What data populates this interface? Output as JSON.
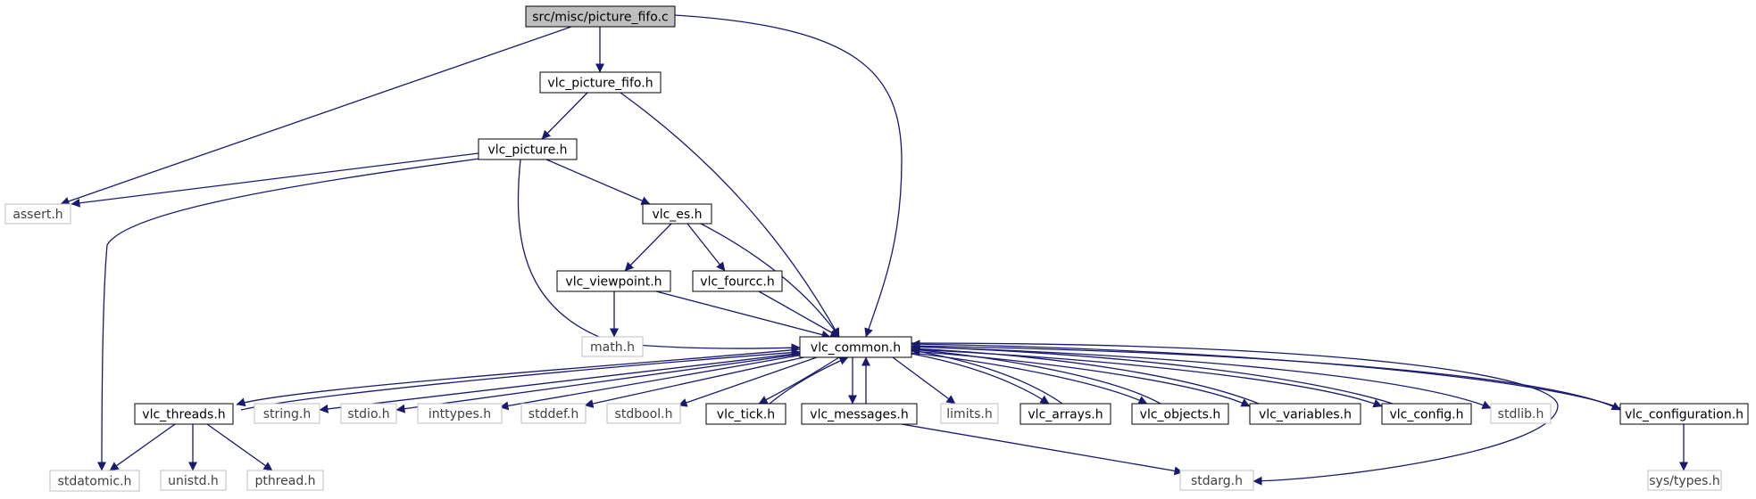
{
  "graph": {
    "root": "src/misc/picture_fifo.c",
    "colors": {
      "edge": "#191970",
      "root_fill": "#bfbfbf",
      "node_border": "#000000",
      "external_border": "#bfbfbf",
      "external_text": "#3f3f3f",
      "text": "#000000"
    },
    "nodes": [
      {
        "id": "picture_fifo_c",
        "label": "src/misc/picture_fifo.c",
        "kind": "root"
      },
      {
        "id": "vlc_picture_fifo_h",
        "label": "vlc_picture_fifo.h",
        "kind": "internal"
      },
      {
        "id": "vlc_picture_h",
        "label": "vlc_picture.h",
        "kind": "internal"
      },
      {
        "id": "assert_h",
        "label": "assert.h",
        "kind": "external"
      },
      {
        "id": "vlc_es_h",
        "label": "vlc_es.h",
        "kind": "internal"
      },
      {
        "id": "vlc_viewpoint_h",
        "label": "vlc_viewpoint.h",
        "kind": "internal"
      },
      {
        "id": "vlc_fourcc_h",
        "label": "vlc_fourcc.h",
        "kind": "internal"
      },
      {
        "id": "math_h",
        "label": "math.h",
        "kind": "external"
      },
      {
        "id": "vlc_common_h",
        "label": "vlc_common.h",
        "kind": "internal"
      },
      {
        "id": "vlc_threads_h",
        "label": "vlc_threads.h",
        "kind": "internal"
      },
      {
        "id": "string_h",
        "label": "string.h",
        "kind": "external"
      },
      {
        "id": "stdio_h",
        "label": "stdio.h",
        "kind": "external"
      },
      {
        "id": "inttypes_h",
        "label": "inttypes.h",
        "kind": "external"
      },
      {
        "id": "stddef_h",
        "label": "stddef.h",
        "kind": "external"
      },
      {
        "id": "stdbool_h",
        "label": "stdbool.h",
        "kind": "external"
      },
      {
        "id": "vlc_tick_h",
        "label": "vlc_tick.h",
        "kind": "internal"
      },
      {
        "id": "vlc_messages_h",
        "label": "vlc_messages.h",
        "kind": "internal"
      },
      {
        "id": "limits_h",
        "label": "limits.h",
        "kind": "external"
      },
      {
        "id": "vlc_arrays_h",
        "label": "vlc_arrays.h",
        "kind": "internal"
      },
      {
        "id": "vlc_objects_h",
        "label": "vlc_objects.h",
        "kind": "internal"
      },
      {
        "id": "vlc_variables_h",
        "label": "vlc_variables.h",
        "kind": "internal"
      },
      {
        "id": "vlc_config_h",
        "label": "vlc_config.h",
        "kind": "internal"
      },
      {
        "id": "stdlib_h",
        "label": "stdlib.h",
        "kind": "external"
      },
      {
        "id": "vlc_configuration_h",
        "label": "vlc_configuration.h",
        "kind": "internal"
      },
      {
        "id": "stdatomic_h",
        "label": "stdatomic.h",
        "kind": "external"
      },
      {
        "id": "unistd_h",
        "label": "unistd.h",
        "kind": "external"
      },
      {
        "id": "pthread_h",
        "label": "pthread.h",
        "kind": "external"
      },
      {
        "id": "stdarg_h",
        "label": "stdarg.h",
        "kind": "external"
      },
      {
        "id": "sys_types_h",
        "label": "sys/types.h",
        "kind": "external"
      }
    ],
    "edges": [
      {
        "from": "picture_fifo_c",
        "to": "assert_h"
      },
      {
        "from": "picture_fifo_c",
        "to": "vlc_picture_fifo_h"
      },
      {
        "from": "picture_fifo_c",
        "to": "vlc_common_h"
      },
      {
        "from": "vlc_picture_fifo_h",
        "to": "vlc_picture_h"
      },
      {
        "from": "vlc_picture_fifo_h",
        "to": "vlc_common_h"
      },
      {
        "from": "vlc_picture_h",
        "to": "assert_h"
      },
      {
        "from": "vlc_picture_h",
        "to": "stdatomic_h"
      },
      {
        "from": "vlc_picture_h",
        "to": "vlc_common_h"
      },
      {
        "from": "vlc_picture_h",
        "to": "vlc_es_h"
      },
      {
        "from": "vlc_es_h",
        "to": "vlc_common_h"
      },
      {
        "from": "vlc_es_h",
        "to": "vlc_viewpoint_h"
      },
      {
        "from": "vlc_es_h",
        "to": "vlc_fourcc_h"
      },
      {
        "from": "vlc_viewpoint_h",
        "to": "vlc_common_h"
      },
      {
        "from": "vlc_viewpoint_h",
        "to": "math_h"
      },
      {
        "from": "vlc_fourcc_h",
        "to": "vlc_common_h"
      },
      {
        "from": "vlc_common_h",
        "to": "vlc_threads_h"
      },
      {
        "from": "vlc_common_h",
        "to": "string_h"
      },
      {
        "from": "vlc_common_h",
        "to": "stdio_h"
      },
      {
        "from": "vlc_common_h",
        "to": "inttypes_h"
      },
      {
        "from": "vlc_common_h",
        "to": "stddef_h"
      },
      {
        "from": "vlc_common_h",
        "to": "stdbool_h"
      },
      {
        "from": "vlc_common_h",
        "to": "vlc_tick_h"
      },
      {
        "from": "vlc_common_h",
        "to": "vlc_messages_h"
      },
      {
        "from": "vlc_common_h",
        "to": "limits_h"
      },
      {
        "from": "vlc_common_h",
        "to": "vlc_arrays_h"
      },
      {
        "from": "vlc_common_h",
        "to": "vlc_objects_h"
      },
      {
        "from": "vlc_common_h",
        "to": "vlc_variables_h"
      },
      {
        "from": "vlc_common_h",
        "to": "vlc_config_h"
      },
      {
        "from": "vlc_common_h",
        "to": "stdlib_h"
      },
      {
        "from": "vlc_common_h",
        "to": "vlc_configuration_h"
      },
      {
        "from": "vlc_common_h",
        "to": "stdarg_h"
      },
      {
        "from": "vlc_threads_h",
        "to": "vlc_common_h"
      },
      {
        "from": "vlc_threads_h",
        "to": "stdatomic_h"
      },
      {
        "from": "vlc_threads_h",
        "to": "unistd_h"
      },
      {
        "from": "vlc_threads_h",
        "to": "pthread_h"
      },
      {
        "from": "vlc_tick_h",
        "to": "vlc_common_h"
      },
      {
        "from": "vlc_messages_h",
        "to": "vlc_common_h"
      },
      {
        "from": "vlc_messages_h",
        "to": "stdarg_h"
      },
      {
        "from": "vlc_arrays_h",
        "to": "vlc_common_h"
      },
      {
        "from": "vlc_objects_h",
        "to": "vlc_common_h"
      },
      {
        "from": "vlc_variables_h",
        "to": "vlc_common_h"
      },
      {
        "from": "vlc_config_h",
        "to": "vlc_common_h"
      },
      {
        "from": "vlc_configuration_h",
        "to": "vlc_common_h"
      },
      {
        "from": "vlc_configuration_h",
        "to": "sys_types_h"
      }
    ]
  }
}
